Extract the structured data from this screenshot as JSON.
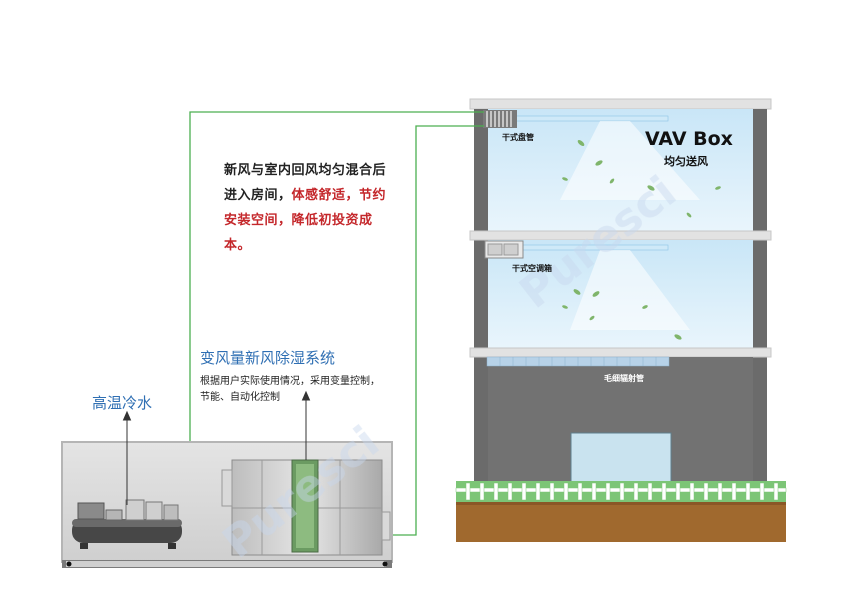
{
  "description": {
    "part1": "新风与室内回风均匀混合后进入房间，",
    "part2": "体感舒适，节约安装空间，降低初投资成本。",
    "highlight_color": "#c4272b"
  },
  "system": {
    "title": "变风量新风除湿系统",
    "desc_line1": "根据用户实际使用情况，采用变量控制，",
    "desc_line2": "节能、自动化控制"
  },
  "chiller_label": "高温冷水",
  "building": {
    "vav_title": "VAV Box",
    "vav_subtitle": "均匀送风",
    "coil_label": "干式盘管",
    "ahu_label": "干式空调箱",
    "radiant_label": "毛细辐射管"
  },
  "watermark": "Puresci",
  "colors": {
    "pipe": "#4caf50",
    "label_blue": "#2f6fb3",
    "wall": "#6b6b6b",
    "room": "#dbeefa",
    "grass": "#7cc576",
    "soil": "#a0692e"
  }
}
